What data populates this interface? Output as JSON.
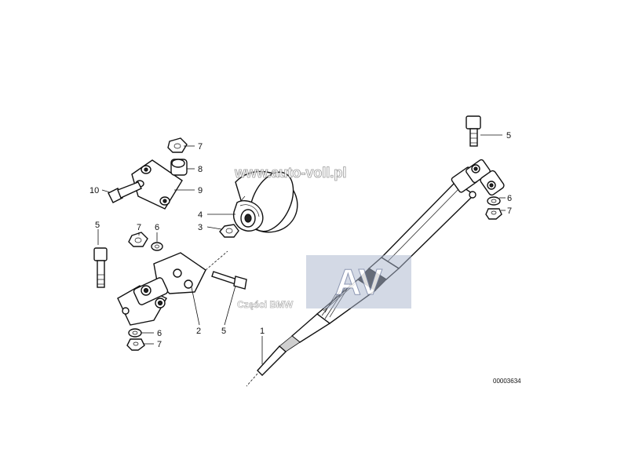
{
  "watermark": {
    "url": "www.auto-voll.pl",
    "logo_letters": "AV",
    "logo_caption": "Części BMW"
  },
  "diagram_code": "00003634",
  "callouts": {
    "c1": "1",
    "c2": "2",
    "c3": "3",
    "c4": "4",
    "c5a": "5",
    "c5b": "5",
    "c5c": "5",
    "c6a": "6",
    "c6b": "6",
    "c6c": "6",
    "c7a": "7",
    "c7b": "7",
    "c7c": "7",
    "c7d": "7",
    "c8": "8",
    "c9": "9",
    "c10": "10"
  }
}
